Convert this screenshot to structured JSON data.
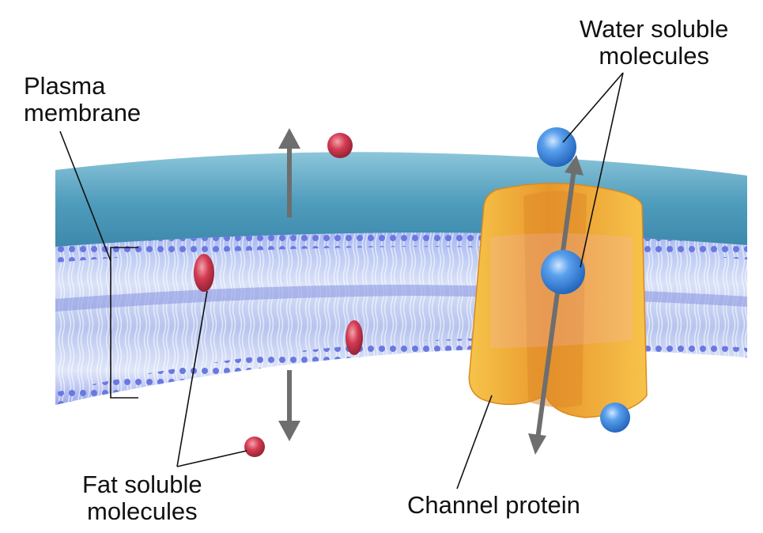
{
  "labels": {
    "plasma_membrane": [
      "Plasma",
      "membrane"
    ],
    "water_soluble": [
      "Water soluble",
      "molecules"
    ],
    "fat_soluble": [
      "Fat soluble",
      "molecules"
    ],
    "channel_protein": "Channel protein"
  },
  "colors": {
    "membrane_top": "#5fa7c4",
    "membrane_edge": "#8fb8e8",
    "lipid_head": "#6a78e0",
    "lipid_tail": "#c9d8f4",
    "channel_protein": "#f0a43a",
    "water_molecule": "#4a90e0",
    "fat_molecule": "#d84a5a",
    "arrow": "#6e6e6e"
  }
}
